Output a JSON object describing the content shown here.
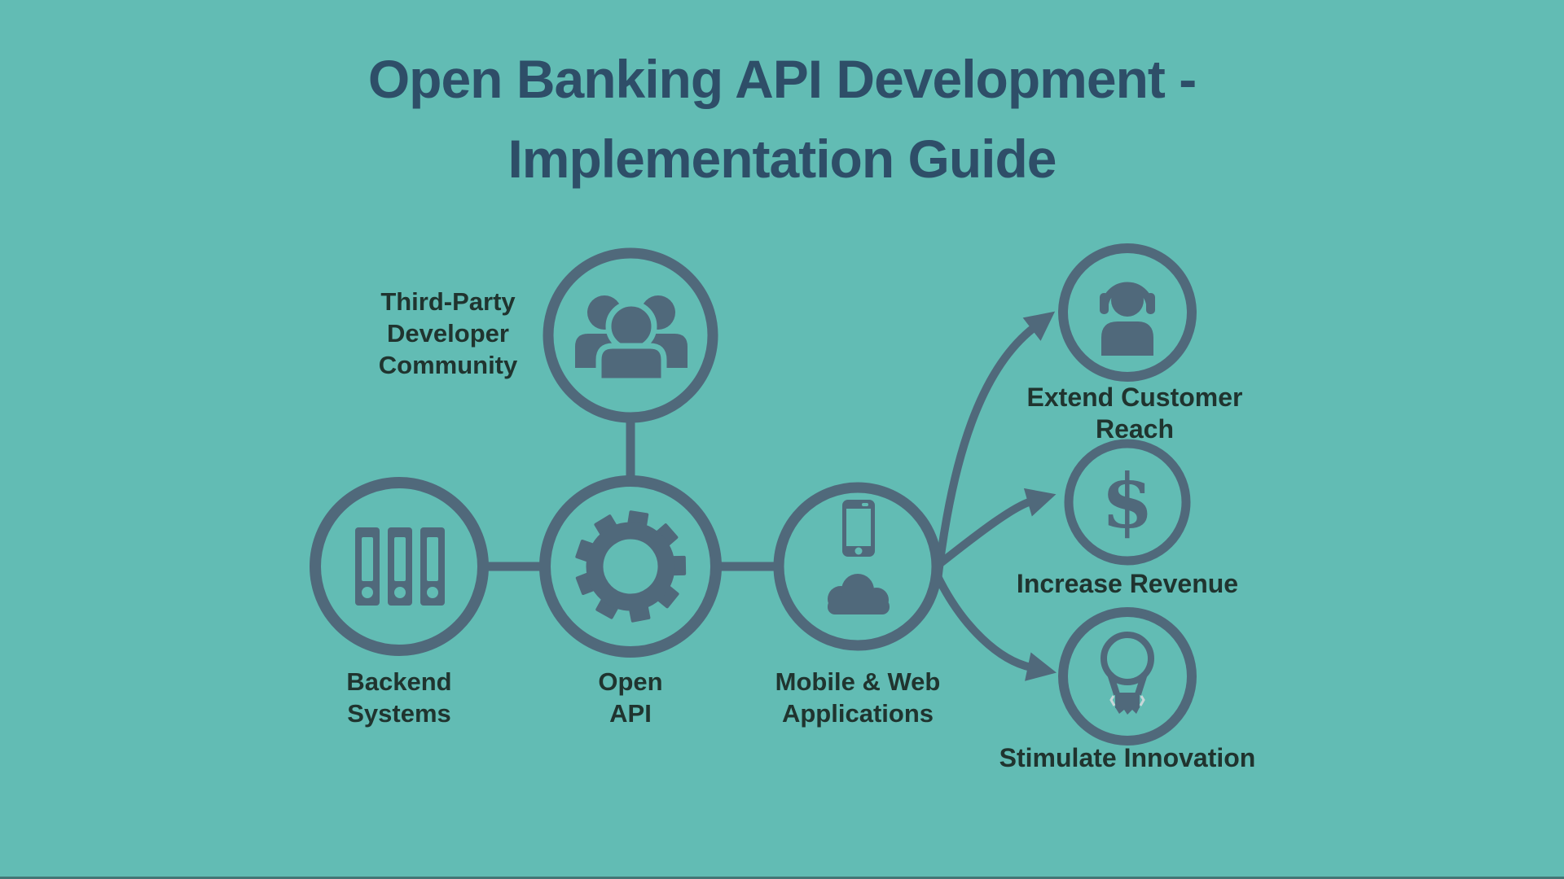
{
  "title": {
    "line1": "Open Banking API Development -",
    "line2": "Implementation Guide"
  },
  "nodes": {
    "third_party": {
      "label": "Third-Party\nDeveloper\nCommunity",
      "icon": "people-group-icon"
    },
    "backend": {
      "label": "Backend\nSystems",
      "icon": "binders-icon"
    },
    "open_api": {
      "label": "Open\nAPI",
      "icon": "gear-icon"
    },
    "mobile_web": {
      "label": "Mobile & Web\nApplications",
      "icon": "phone-cloud-icon"
    },
    "extend_reach": {
      "label": "Extend Customer Reach",
      "icon": "support-agent-icon"
    },
    "increase_revenue": {
      "label": "Increase Revenue",
      "icon": "dollar-icon",
      "glyph": "$"
    },
    "stimulate_innovation": {
      "label": "Stimulate Innovation",
      "icon": "lightbulb-icon"
    }
  },
  "connections": [
    "third_party - open_api",
    "backend - open_api",
    "open_api - mobile_web",
    "mobile_web -> extend_reach",
    "mobile_web -> increase_revenue",
    "mobile_web -> stimulate_innovation"
  ],
  "colors": {
    "background": "#62bcb4",
    "node_stroke": "#50697b",
    "title_text": "#2e4e68",
    "label_text": "#20342f",
    "bulb_accent": "#c8d6d8"
  }
}
